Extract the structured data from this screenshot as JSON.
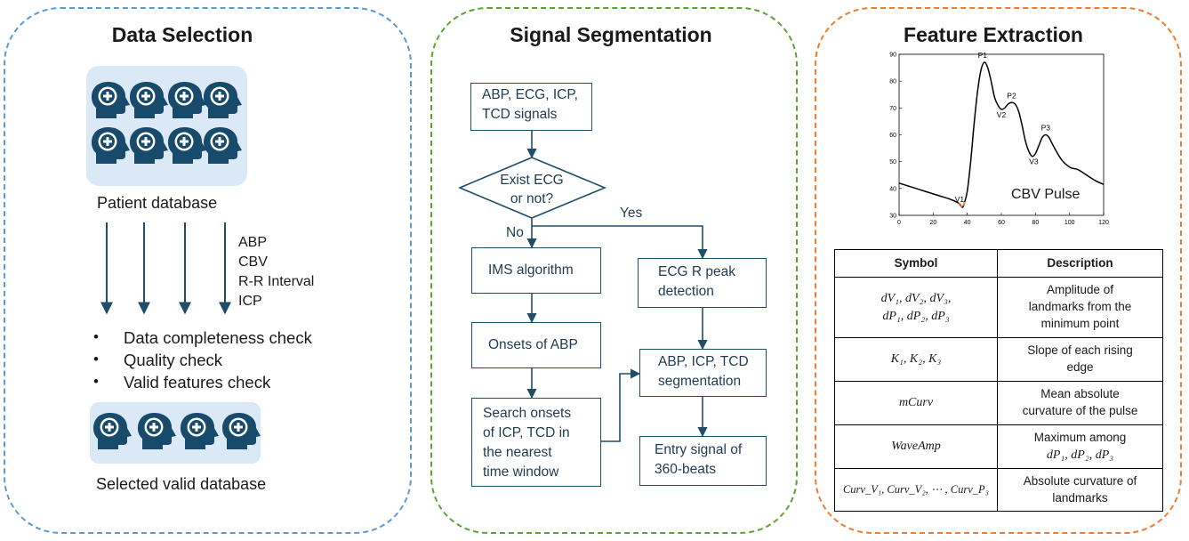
{
  "colors": {
    "panel1": "#5b9bd5",
    "panel2": "#5aa532",
    "panel3": "#ed7d31",
    "head": "#174a6b",
    "head_bg": "#dbe8f6",
    "arrow": "#1f4e6b"
  },
  "panels": [
    {
      "title": "Data Selection"
    },
    {
      "title": "Signal Segmentation"
    },
    {
      "title": "Feature Extraction"
    }
  ],
  "data_selection": {
    "db_label": "Patient database",
    "signals": [
      "ABP",
      "CBV",
      "R-R Interval",
      "ICP"
    ],
    "checks": [
      "Data completeness check",
      "Quality check",
      "Valid features check"
    ],
    "bullet": "•",
    "valid_label": "Selected valid database",
    "icon": "patient-head-plus-icon"
  },
  "segmentation": {
    "input": [
      "ABP, ECG, ICP,",
      "TCD signals"
    ],
    "decision": [
      "Exist ECG",
      "or not?"
    ],
    "yes": "Yes",
    "no": "No",
    "ims": "IMS algorithm",
    "onsets_abp": "Onsets of ABP",
    "search": [
      "Search onsets",
      "of ICP,  TCD in",
      "the nearest",
      "time window"
    ],
    "ecg": [
      "ECG R peak",
      "detection"
    ],
    "seg": [
      "ABP, ICP, TCD",
      "segmentation"
    ],
    "entry": [
      "Entry signal of",
      "360-beats"
    ]
  },
  "chart_data": {
    "type": "line",
    "title": "",
    "xlabel": "",
    "ylabel": "",
    "xlim": [
      0,
      120
    ],
    "ylim": [
      30,
      90
    ],
    "xticks": [
      0,
      20,
      40,
      60,
      80,
      100,
      120
    ],
    "yticks": [
      30,
      40,
      50,
      60,
      70,
      80,
      90
    ],
    "series": [
      {
        "name": "CBV Pulse",
        "x": [
          0,
          5,
          10,
          15,
          20,
          25,
          30,
          35,
          37,
          38,
          40,
          42,
          44,
          46,
          48,
          50,
          52,
          54,
          56,
          58,
          60,
          62,
          64,
          66,
          68,
          70,
          72,
          74,
          76,
          78,
          80,
          82,
          84,
          86,
          88,
          90,
          95,
          100,
          105,
          110,
          115,
          120
        ],
        "y": [
          42,
          41,
          40,
          39,
          38,
          37,
          36,
          34.5,
          33,
          34,
          39,
          50,
          64,
          76,
          84,
          87,
          85,
          80,
          74,
          71,
          69.5,
          70,
          71.5,
          72,
          71.5,
          69,
          64,
          58,
          54,
          52,
          53,
          56,
          59,
          60,
          59,
          56.5,
          51,
          48,
          47,
          45,
          43,
          41.5
        ]
      }
    ],
    "annotations": [
      {
        "label": "P1",
        "x": 50,
        "y": 87
      },
      {
        "label": "V2",
        "x": 60,
        "y": 69.5
      },
      {
        "label": "P2",
        "x": 66,
        "y": 72
      },
      {
        "label": "V3",
        "x": 79,
        "y": 52
      },
      {
        "label": "P3",
        "x": 86,
        "y": 60
      },
      {
        "label": "V1",
        "x": 37,
        "y": 33
      }
    ],
    "legend_text": "CBV Pulse",
    "grid": false
  },
  "table": {
    "headers": [
      "Symbol",
      "Description"
    ],
    "rows": [
      {
        "symbol": [
          "dV₁, dV₂, dV₃,",
          "dP₁, dP₂, dP₃"
        ],
        "description": [
          "Amplitude of",
          "landmarks from the",
          "minimum point"
        ]
      },
      {
        "symbol": [
          "K₁, K₂, K₃"
        ],
        "description": [
          "Slope of each rising",
          "edge"
        ]
      },
      {
        "symbol": [
          "mCurv"
        ],
        "description": [
          "Mean absolute",
          "curvature of the pulse"
        ]
      },
      {
        "symbol": [
          "WaveAmp"
        ],
        "description": [
          "Maximum among",
          "dP₁, dP₂, dP₃"
        ]
      },
      {
        "symbol": [
          "Curv_V₁, Curv_V₂, ⋯ , Curv_P₃"
        ],
        "description": [
          "Absolute curvature of",
          "landmarks"
        ]
      }
    ]
  }
}
